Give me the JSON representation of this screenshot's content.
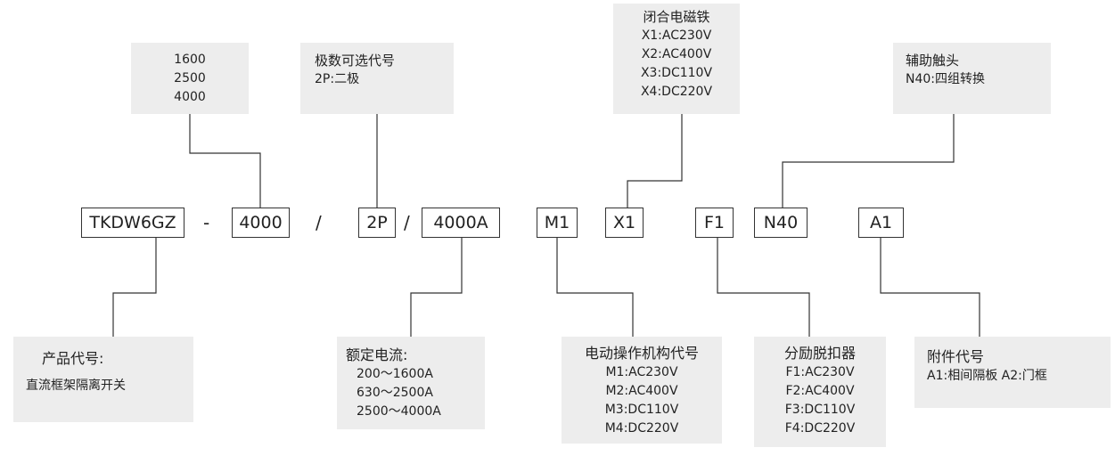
{
  "codes": {
    "model": "TKDW6GZ",
    "dash": "-",
    "frame": "4000",
    "slash1": "/",
    "poles": "2P",
    "slash2": "/",
    "current": "4000A",
    "operation": "M1",
    "closing": "X1",
    "shunt": "F1",
    "aux": "N40",
    "accessory": "A1"
  },
  "frame_box": {
    "lines": [
      "1600",
      "2500",
      "4000"
    ]
  },
  "poles_box": {
    "title": "极数可选代号",
    "lines": [
      "2P:二极"
    ]
  },
  "closing_box": {
    "title": "闭合电磁铁",
    "lines": [
      "X1:AC230V",
      "X2:AC400V",
      "X3:DC110V",
      "X4:DC220V"
    ]
  },
  "aux_box": {
    "title": "辅助触头",
    "lines": [
      "N40:四组转换"
    ]
  },
  "product_box": {
    "title": "产品代号:",
    "lines": [
      "直流框架隔离开关"
    ]
  },
  "current_box": {
    "title": "额定电流:",
    "lines": [
      "200～1600A",
      "630～2500A",
      "2500～4000A"
    ]
  },
  "operation_box": {
    "title": "电动操作机构代号",
    "lines": [
      "M1:AC230V",
      "M2:AC400V",
      "M3:DC110V",
      "M4:DC220V"
    ]
  },
  "shunt_box": {
    "title": "分励脱扣器",
    "lines": [
      "F1:AC230V",
      "F2:AC400V",
      "F3:DC110V",
      "F4:DC220V"
    ]
  },
  "accessory_box": {
    "title": "附件代号",
    "lines": [
      "A1:相间隔板 A2:门框"
    ]
  },
  "colors": {
    "box_fill": "#ededed",
    "line": "#333333"
  }
}
